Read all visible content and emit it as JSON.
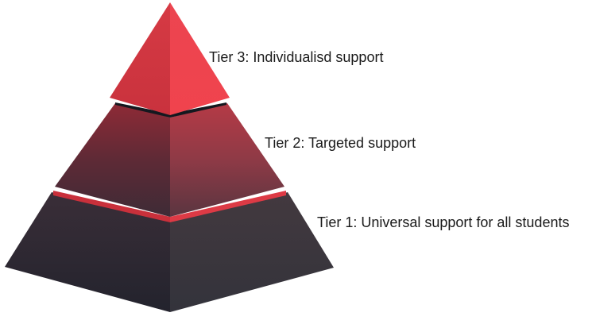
{
  "tiers": [
    {
      "label": "Tier 3: Individualisd support"
    },
    {
      "label": "Tier 2: Targeted support"
    },
    {
      "label": "Tier 1: Universal support for all students"
    }
  ],
  "colors": {
    "red": "#e8414b",
    "dark": "#2c2c36",
    "text": "#1a1a1a"
  }
}
